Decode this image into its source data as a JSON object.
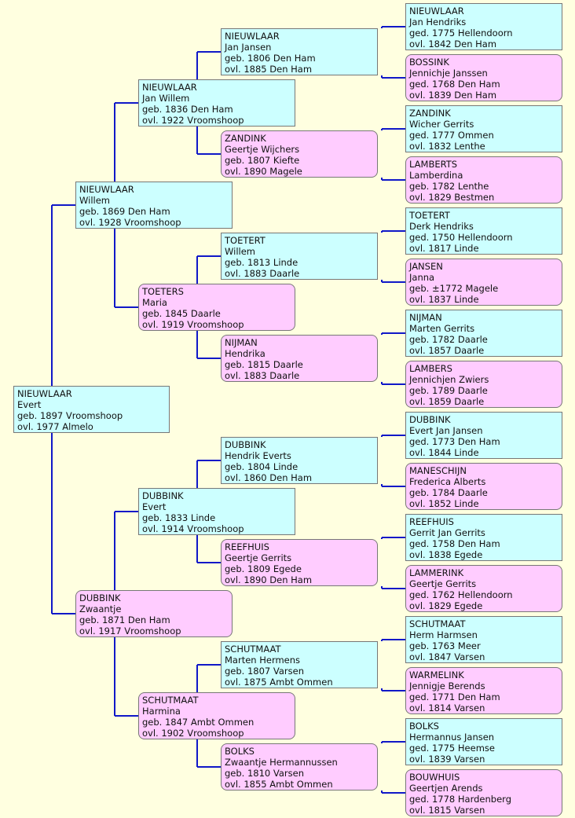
{
  "colors": {
    "male_bg": "#ccffff",
    "female_bg": "#ffccff",
    "connector": "#1018c8",
    "background": "#ffffe0"
  },
  "people": [
    {
      "id": 1,
      "sex": "m",
      "lines": [
        "NIEUWLAAR",
        "Evert",
        "geb. 1897 Vroomshoop",
        "ovl. 1977 Almelo"
      ]
    },
    {
      "id": 2,
      "sex": "m",
      "lines": [
        "NIEUWLAAR",
        "Willem",
        "geb. 1869 Den Ham",
        "ovl. 1928 Vroomshoop"
      ]
    },
    {
      "id": 3,
      "sex": "f",
      "lines": [
        "DUBBINK",
        "Zwaantje",
        "geb. 1871 Den Ham",
        "ovl. 1917 Vroomshoop"
      ]
    },
    {
      "id": 4,
      "sex": "m",
      "lines": [
        "NIEUWLAAR",
        "Jan Willem",
        "geb. 1836 Den Ham",
        "ovl. 1922 Vroomshoop"
      ]
    },
    {
      "id": 5,
      "sex": "f",
      "lines": [
        "TOETERS",
        "Maria",
        "geb. 1845 Daarle",
        "ovl. 1919 Vroomshoop"
      ]
    },
    {
      "id": 6,
      "sex": "m",
      "lines": [
        "DUBBINK",
        "Evert",
        "geb. 1833 Linde",
        "ovl. 1914 Vroomshoop"
      ]
    },
    {
      "id": 7,
      "sex": "f",
      "lines": [
        "SCHUTMAAT",
        "Harmina",
        "geb. 1847 Ambt Ommen",
        "ovl. 1902 Vroomshoop"
      ]
    },
    {
      "id": 8,
      "sex": "m",
      "lines": [
        "NIEUWLAAR",
        "Jan Jansen",
        "geb. 1806 Den Ham",
        "ovl. 1885 Den Ham"
      ]
    },
    {
      "id": 9,
      "sex": "f",
      "lines": [
        "ZANDINK",
        "Geertje Wijchers",
        "geb. 1807 Kiefte",
        "ovl. 1890 Magele"
      ]
    },
    {
      "id": 10,
      "sex": "m",
      "lines": [
        "TOETERT",
        "Willem",
        "geb. 1813 Linde",
        "ovl. 1883 Daarle"
      ]
    },
    {
      "id": 11,
      "sex": "f",
      "lines": [
        "NIJMAN",
        "Hendrika",
        "geb. 1815 Daarle",
        "ovl. 1883 Daarle"
      ]
    },
    {
      "id": 12,
      "sex": "m",
      "lines": [
        "DUBBINK",
        "Hendrik Everts",
        "geb. 1804 Linde",
        "ovl. 1860 Den Ham"
      ]
    },
    {
      "id": 13,
      "sex": "f",
      "lines": [
        "REEFHUIS",
        "Geertje Gerrits",
        "geb. 1809 Egede",
        "ovl. 1890 Den Ham"
      ]
    },
    {
      "id": 14,
      "sex": "m",
      "lines": [
        "SCHUTMAAT",
        "Marten Hermens",
        "geb. 1807 Varsen",
        "ovl. 1875 Ambt Ommen"
      ]
    },
    {
      "id": 15,
      "sex": "f",
      "lines": [
        "BOLKS",
        "Zwaantje Hermannussen",
        "geb. 1810 Varsen",
        "ovl. 1855 Ambt Ommen"
      ]
    },
    {
      "id": 16,
      "sex": "m",
      "lines": [
        "NIEUWLAAR",
        "Jan Hendriks",
        "ged. 1775 Hellendoorn",
        "ovl. 1842 Den Ham"
      ]
    },
    {
      "id": 17,
      "sex": "f",
      "lines": [
        "BOSSINK",
        "Jennichje Janssen",
        "ged. 1768 Den Ham",
        "ovl. 1839 Den Ham"
      ]
    },
    {
      "id": 18,
      "sex": "m",
      "lines": [
        "ZANDINK",
        "Wicher Gerrits",
        "ged. 1777 Ommen",
        "ovl. 1832 Lenthe"
      ]
    },
    {
      "id": 19,
      "sex": "f",
      "lines": [
        "LAMBERTS",
        "Lamberdina",
        "geb. 1782 Lenthe",
        "ovl. 1829 Bestmen"
      ]
    },
    {
      "id": 20,
      "sex": "m",
      "lines": [
        "TOETERT",
        "Derk Hendriks",
        "ged. 1750 Hellendoorn",
        "ovl. 1817 Linde"
      ]
    },
    {
      "id": 21,
      "sex": "f",
      "lines": [
        "JANSEN",
        "Janna",
        "geb. ±1772 Magele",
        "ovl. 1837 Linde"
      ]
    },
    {
      "id": 22,
      "sex": "m",
      "lines": [
        "NIJMAN",
        "Marten Gerrits",
        "geb. 1782 Daarle",
        "ovl. 1857 Daarle"
      ]
    },
    {
      "id": 23,
      "sex": "f",
      "lines": [
        "LAMBERS",
        "Jennichjen Zwiers",
        "geb. 1789 Daarle",
        "ovl. 1859 Daarle"
      ]
    },
    {
      "id": 24,
      "sex": "m",
      "lines": [
        "DUBBINK",
        "Evert Jan Jansen",
        "ged. 1773 Den Ham",
        "ovl. 1844 Linde"
      ]
    },
    {
      "id": 25,
      "sex": "f",
      "lines": [
        "MANESCHIJN",
        "Frederica Alberts",
        "geb. 1784 Daarle",
        "ovl. 1852 Linde"
      ]
    },
    {
      "id": 26,
      "sex": "m",
      "lines": [
        "REEFHUIS",
        "Gerrit Jan Gerrits",
        "ged. 1758 Den Ham",
        "ovl. 1838 Egede"
      ]
    },
    {
      "id": 27,
      "sex": "f",
      "lines": [
        "LAMMERINK",
        "Geertje Gerrits",
        "ged. 1762 Hellendoorn",
        "ovl. 1829 Egede"
      ]
    },
    {
      "id": 28,
      "sex": "m",
      "lines": [
        "SCHUTMAAT",
        "Herm Harmsen",
        "geb. 1763 Meer",
        "ovl. 1847 Varsen"
      ]
    },
    {
      "id": 29,
      "sex": "f",
      "lines": [
        "WARMELINK",
        "Jennigje Berends",
        "ged. 1771 Den Ham",
        "ovl. 1814 Varsen"
      ]
    },
    {
      "id": 30,
      "sex": "m",
      "lines": [
        "BOLKS",
        "Hermannus Jansen",
        "ged. 1775 Heemse",
        "ovl. 1839 Varsen"
      ]
    },
    {
      "id": 31,
      "sex": "f",
      "lines": [
        "BOUWHUIS",
        "Geertjen Arends",
        "ged. 1778 Hardenberg",
        "ovl. 1815 Varsen"
      ]
    }
  ]
}
